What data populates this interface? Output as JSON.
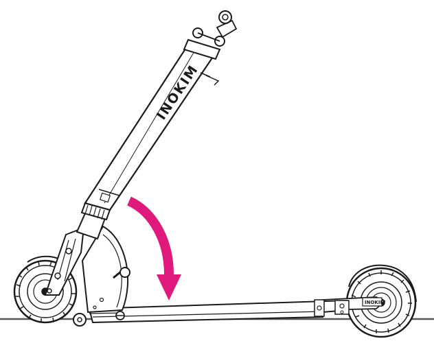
{
  "figure": {
    "brand_text": "INOKIM",
    "hub_label": "INOKIM",
    "arrow_direction": "clockwise-down",
    "colors": {
      "line": "#1a1a1a",
      "fill": "#ffffff",
      "arrow": "#e0197d",
      "ground": "#555555"
    },
    "icons": [
      "scooter-illustration",
      "fold-arrow-icon"
    ]
  }
}
